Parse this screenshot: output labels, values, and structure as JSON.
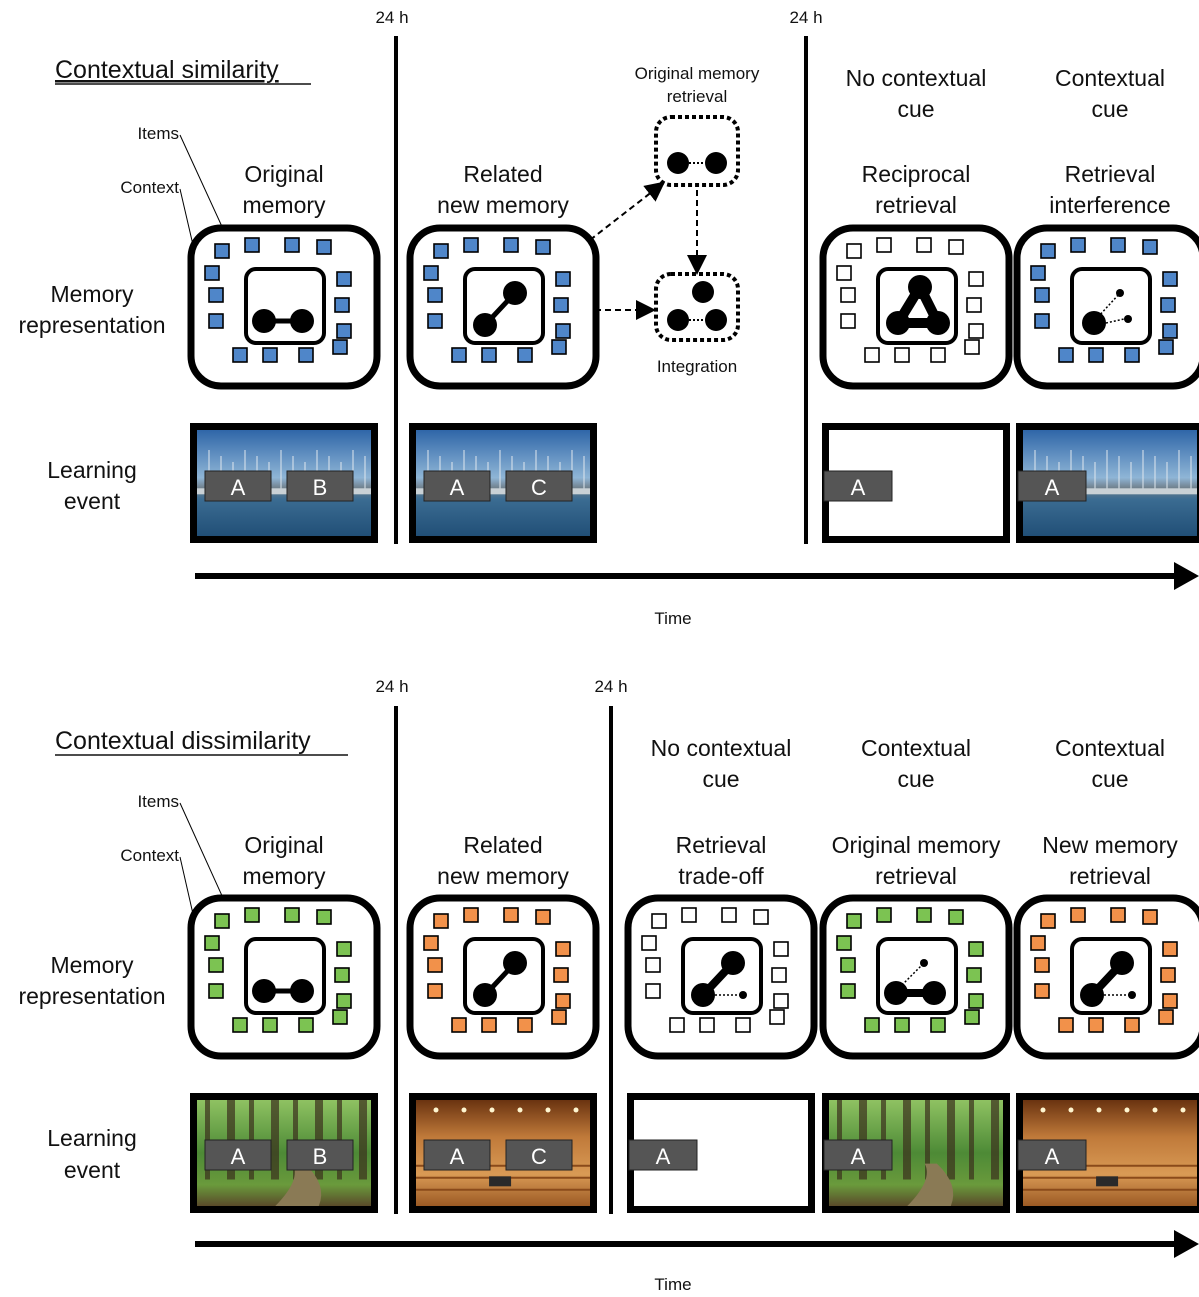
{
  "colors": {
    "blue": "#4f86c9",
    "green": "#7cc352",
    "orange": "#f2914a",
    "empty": "#ffffff",
    "label_box": "#555555",
    "harbor_sky": "#3d73b0",
    "harbor_water": "#2b5d84",
    "forest_light": "#6ea84a",
    "forest_dark": "#2f5a25",
    "sauna_light": "#d9904a",
    "sauna_dark": "#7a3e15"
  },
  "panels": [
    {
      "section_title": "Contextual similarity",
      "time_label": "Time",
      "row_labels": {
        "memory_line1": "Memory",
        "memory_line2": "representation",
        "event_line1": "Learning",
        "event_line2": "event"
      },
      "annotations": {
        "items": "Items",
        "context": "Context"
      },
      "dividers": [
        "24 h",
        "24 h"
      ],
      "side_labels": {
        "top": [
          "Original memory",
          "retrieval"
        ],
        "bottom": "Integration"
      },
      "columns": [
        {
          "cue": [],
          "heading": [
            "Original",
            "memory"
          ],
          "scene": "harbor",
          "labels": [
            "A",
            "B"
          ],
          "squares": "blue",
          "assoc": "ab"
        },
        {
          "cue": [],
          "heading": [
            "Related",
            "new memory"
          ],
          "scene": "harbor",
          "labels": [
            "A",
            "C"
          ],
          "squares": "blue",
          "assoc": "ac"
        },
        {
          "cue": [
            "No contextual",
            "cue"
          ],
          "heading": [
            "Reciprocal",
            "retrieval"
          ],
          "scene": "blank",
          "labels": [
            "A"
          ],
          "squares": "empty",
          "assoc": "triangle"
        },
        {
          "cue": [
            "Contextual",
            "cue"
          ],
          "heading": [
            "Retrieval",
            "interference"
          ],
          "scene": "harbor",
          "labels": [
            "A"
          ],
          "squares": "blue",
          "assoc": "weak"
        }
      ]
    },
    {
      "section_title": "Contextual dissimilarity",
      "time_label": "Time",
      "row_labels": {
        "memory_line1": "Memory",
        "memory_line2": "representation",
        "event_line1": "Learning",
        "event_line2": "event"
      },
      "annotations": {
        "items": "Items",
        "context": "Context"
      },
      "dividers": [
        "24 h",
        "24 h"
      ],
      "columns": [
        {
          "cue": [],
          "heading": [
            "Original",
            "memory"
          ],
          "scene": "forest",
          "labels": [
            "A",
            "B"
          ],
          "squares": "green",
          "assoc": "ab"
        },
        {
          "cue": [],
          "heading": [
            "Related",
            "new memory"
          ],
          "scene": "sauna",
          "labels": [
            "A",
            "C"
          ],
          "squares": "orange",
          "assoc": "ac"
        },
        {
          "cue": [
            "No contextual",
            "cue"
          ],
          "heading": [
            "Retrieval",
            "trade-off"
          ],
          "scene": "blank",
          "labels": [
            "A"
          ],
          "squares": "empty",
          "assoc": "tradeoff"
        },
        {
          "cue": [
            "Contextual",
            "cue"
          ],
          "heading": [
            "Original memory",
            "retrieval"
          ],
          "scene": "forest",
          "labels": [
            "A"
          ],
          "squares": "green",
          "assoc": "orig"
        },
        {
          "cue": [
            "Contextual",
            "cue"
          ],
          "heading": [
            "New memory",
            "retrieval"
          ],
          "scene": "sauna",
          "labels": [
            "A"
          ],
          "squares": "orange",
          "assoc": "newret"
        }
      ]
    }
  ]
}
